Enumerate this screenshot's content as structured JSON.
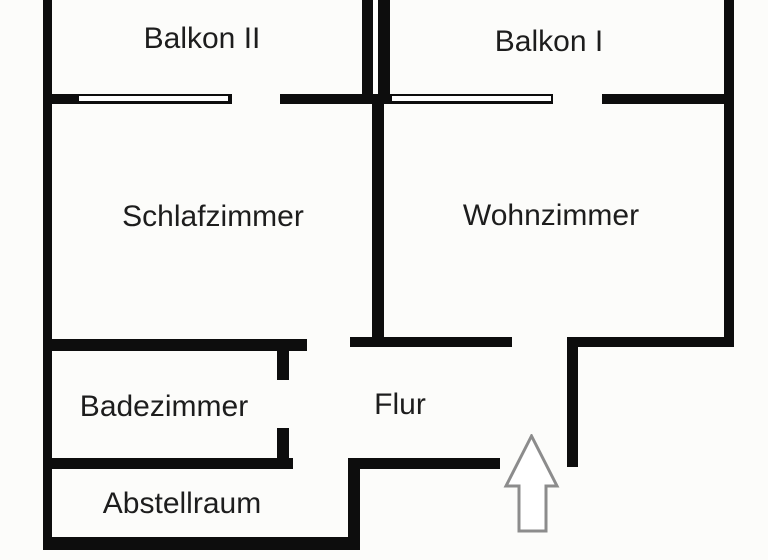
{
  "floorplan": {
    "rooms": [
      {
        "label": "Balkon II"
      },
      {
        "label": "Balkon I"
      },
      {
        "label": "Schlafzimmer"
      },
      {
        "label": "Wohnzimmer"
      },
      {
        "label": "Badezimmer"
      },
      {
        "label": "Flur"
      },
      {
        "label": "Abstellraum"
      }
    ],
    "entrance": {
      "symbol": "up-arrow-outline"
    },
    "colors": {
      "wall": "#0d0d0d",
      "background": "#fcfcfa",
      "text": "#1d1d1d",
      "arrow_outline": "#8c8c8c",
      "window_fill": "#ffffff"
    }
  }
}
